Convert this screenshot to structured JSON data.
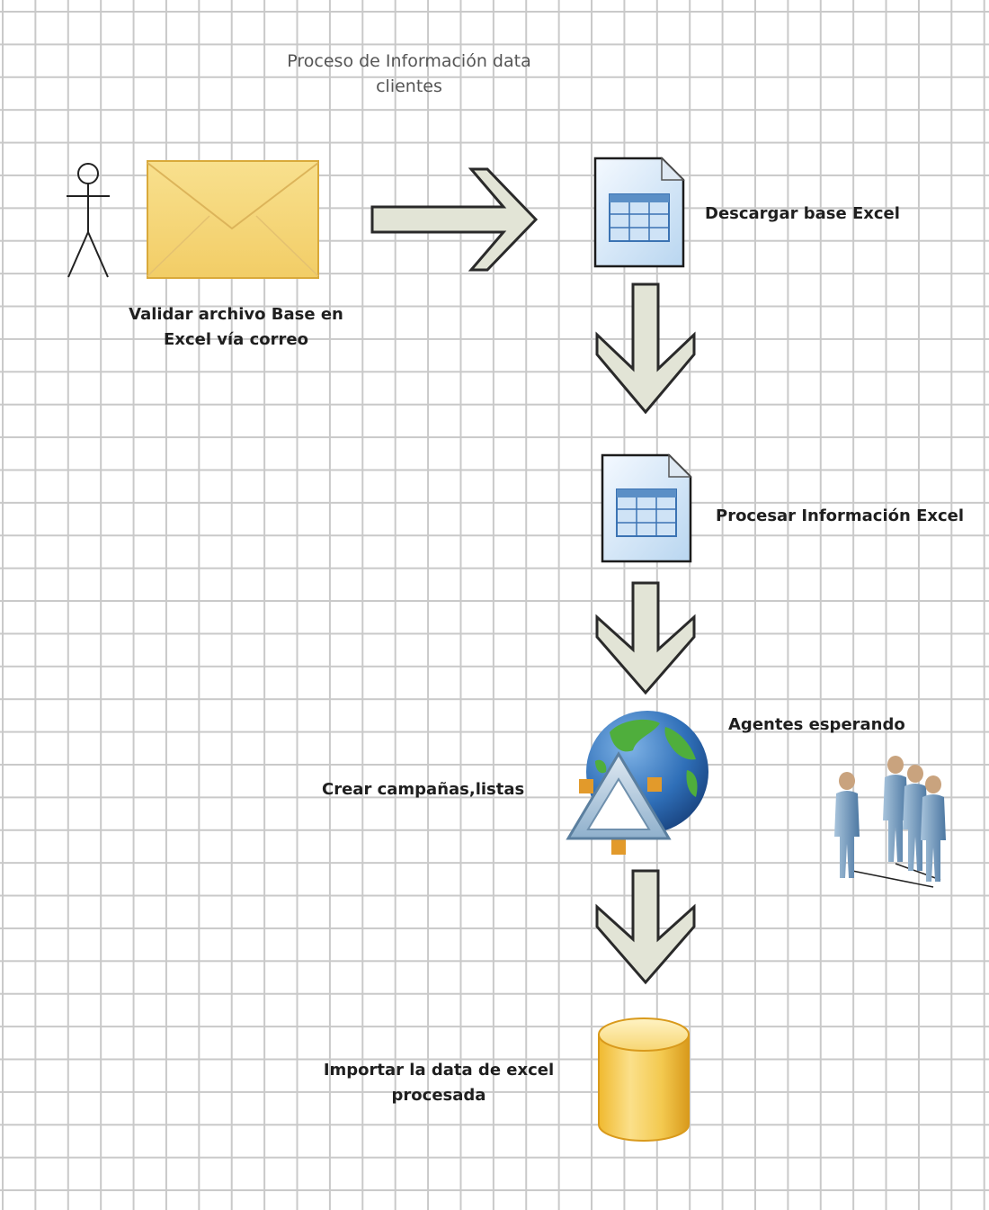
{
  "title_lines": [
    "Proceso de Información data",
    "clientes"
  ],
  "labels": {
    "validar_line1": "Validar archivo Base en",
    "validar_line2": "Excel vía correo",
    "descargar": "Descargar base Excel",
    "procesar": "Procesar Información Excel",
    "agentes": "Agentes esperando",
    "crear": "Crear campañas,listas",
    "importar_line1": "Importar la data de excel",
    "importar_line2": "procesada"
  },
  "icons": {
    "actor": "stick-figure-icon",
    "email": "envelope-icon",
    "spreadsheet": "spreadsheet-icon",
    "globe": "globe-icon",
    "agents": "people-group-icon",
    "database": "database-cylinder-icon",
    "arrow": "block-arrow-icon"
  },
  "colors": {
    "envelope_fill": "#f6d77a",
    "arrow_fill": "#e2e4d6",
    "doc_fill": "#d6e8f7",
    "db_fill": "#f3c94f",
    "globe_ocean": "#2f6fb8",
    "globe_land": "#4fae3c"
  }
}
